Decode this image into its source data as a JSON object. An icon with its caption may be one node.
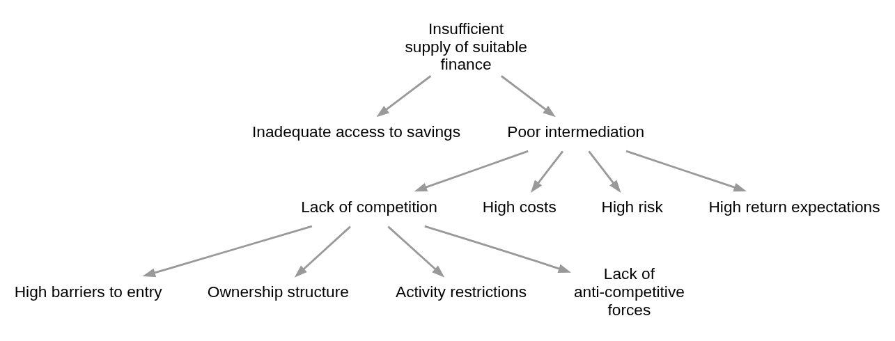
{
  "diagram": {
    "nodes": [
      {
        "text": [
          "Insufficient supply of suitable finance"
        ]
      },
      {
        "text": [
          "Inadequate access to savings"
        ]
      },
      {
        "text": [
          "Poor intermediation"
        ]
      },
      {
        "text": [
          "Lack of competition"
        ]
      },
      {
        "text": [
          "High costs"
        ]
      },
      {
        "text": [
          "High risk"
        ]
      },
      {
        "text": [
          "High return expectations"
        ]
      },
      {
        "text": [
          "High barriers to entry"
        ]
      },
      {
        "text": [
          "Ownership structure"
        ]
      },
      {
        "text": [
          "Activity restrictions"
        ]
      },
      {
        "text": [
          "Lack of anti-competitive forces"
        ]
      }
    ],
    "edges": [
      {
        "from": 0,
        "to": 1,
        "arrow": "to"
      },
      {
        "from": 0,
        "to": 2,
        "arrow": "to"
      },
      {
        "from": 2,
        "to": 3,
        "arrow": "to"
      },
      {
        "from": 2,
        "to": 4,
        "arrow": "to"
      },
      {
        "from": 2,
        "to": 5,
        "arrow": "to"
      },
      {
        "from": 2,
        "to": 6,
        "arrow": "to"
      },
      {
        "from": 3,
        "to": 7,
        "arrow": "to"
      },
      {
        "from": 3,
        "to": 8,
        "arrow": "to"
      },
      {
        "from": 3,
        "to": 9,
        "arrow": "to"
      },
      {
        "from": 3,
        "to": 10,
        "arrow": "to"
      }
    ]
  }
}
